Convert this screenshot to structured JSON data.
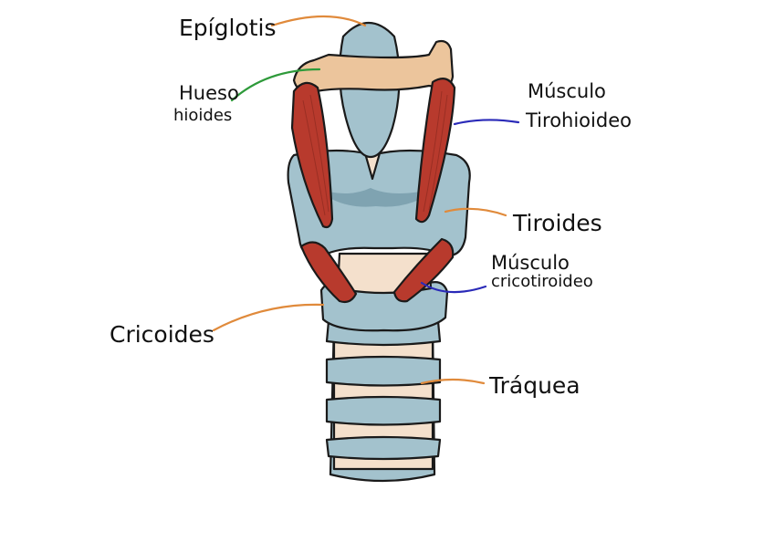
{
  "labels": {
    "epiglottis": "Epíglotis",
    "hyoid_line1": "Hueso",
    "hyoid_line2": "hioides",
    "thyrohyoid_line1": "Músculo",
    "thyrohyoid_line2": "Tirohioideo",
    "thyroid": "Tiroides",
    "cricothyroid_line1": "Músculo",
    "cricothyroid_line2": "cricotiroideo",
    "cricoid": "Cricoides",
    "trachea": "Tráquea"
  },
  "colors": {
    "cartilage": "#a3c2cd",
    "cartilage_shadow": "#7fa3b1",
    "hyoid_bone": "#ecc59c",
    "muscle": "#b83a2d",
    "muscle_dark": "#8e2a20",
    "ring_tissue": "#f4e0cc",
    "leader_orange": "#e08a3b",
    "leader_green": "#2e9a3a",
    "leader_blue": "#2a2ab8"
  }
}
